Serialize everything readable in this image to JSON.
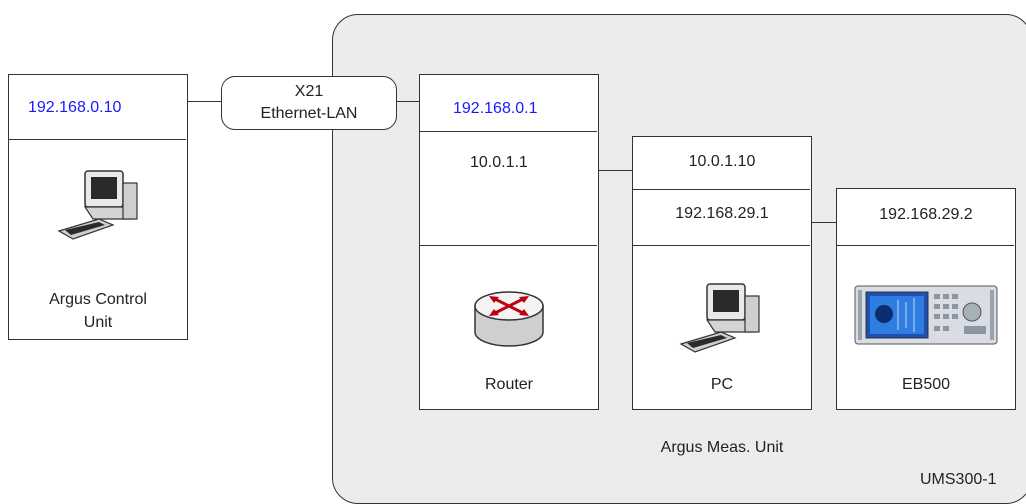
{
  "control_unit": {
    "ip": "192.168.0.10",
    "name": "Argus Control\nUnit",
    "name_line1": "Argus Control",
    "name_line2": "Unit"
  },
  "link": {
    "line1": "X21",
    "line2": "Ethernet-LAN"
  },
  "router": {
    "ip_external": "192.168.0.1",
    "ip_internal": "10.0.1.1",
    "label": "Router"
  },
  "pc": {
    "ip_internal": "10.0.1.10",
    "ip_device": "192.168.29.1",
    "label": "PC"
  },
  "eb500": {
    "ip": "192.168.29.2",
    "label": "EB500"
  },
  "enclosure": {
    "meas_unit_label": "Argus Meas. Unit",
    "system_label": "UMS300-1"
  },
  "icons": [
    "computer-icon",
    "router-icon",
    "computer-icon",
    "receiver-device-icon"
  ],
  "colors": {
    "ip_highlight": "#1a1aff",
    "enclosure_fill": "#ececec"
  }
}
